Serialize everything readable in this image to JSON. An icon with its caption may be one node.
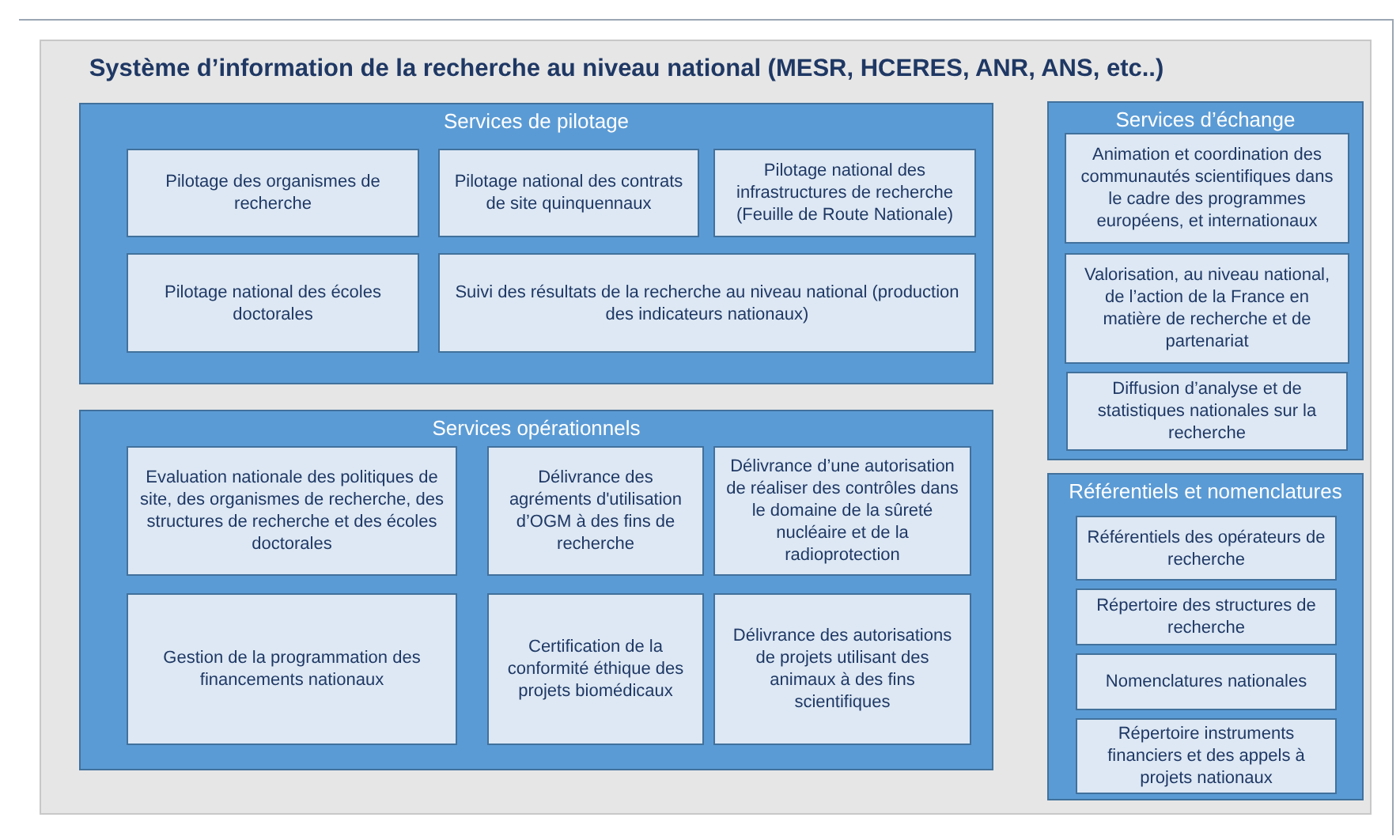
{
  "diagram": {
    "nodes": [
      {
        "text": [
          "Système d’information de la recherche au niveau national (MESR, HCERES, ANR, ANS, etc..)"
        ]
      },
      {
        "text": [
          "Services de pilotage"
        ],
        "in": 0
      },
      {
        "text": [
          "Pilotage des organismes de recherche"
        ],
        "in": 1
      },
      {
        "text": [
          "Pilotage national des contrats de site quinquennaux"
        ],
        "in": 1
      },
      {
        "text": [
          "Pilotage national des infrastructures de recherche (Feuille de Route Nationale)"
        ],
        "in": 1
      },
      {
        "text": [
          "Pilotage national des écoles doctorales"
        ],
        "in": 1
      },
      {
        "text": [
          "Suivi des résultats de la recherche au niveau national (production des indicateurs nationaux)"
        ],
        "in": 1
      },
      {
        "text": [
          "Services opérationnels"
        ],
        "in": 0
      },
      {
        "text": [
          "Evaluation nationale des politiques de site, des organismes de recherche, des structures de recherche et des écoles doctorales"
        ],
        "in": 7
      },
      {
        "text": [
          "Délivrance des agréments d'utilisation d’OGM à des fins de recherche"
        ],
        "in": 7
      },
      {
        "text": [
          "Délivrance d’une autorisation de réaliser des contrôles dans le domaine de la sûreté nucléaire et de la radioprotection"
        ],
        "in": 7
      },
      {
        "text": [
          "Gestion de la programmation des financements nationaux"
        ],
        "in": 7
      },
      {
        "text": [
          "Certification de la conformité éthique des projets biomédicaux"
        ],
        "in": 7
      },
      {
        "text": [
          "Délivrance des autorisations de projets utilisant des animaux à des fins scientifiques"
        ],
        "in": 7
      },
      {
        "text": [
          "Services d’échange"
        ],
        "in": 0
      },
      {
        "text": [
          "Animation et coordination des communautés scientifiques dans le cadre des programmes européens, et internationaux"
        ],
        "in": 14
      },
      {
        "text": [
          "Valorisation, au niveau national, de l’action de la France en matière de recherche et de partenariat"
        ],
        "in": 14
      },
      {
        "text": [
          "Diffusion d’analyse et de statistiques nationales sur  la recherche"
        ],
        "in": 14
      },
      {
        "text": [
          "Référentiels et nomenclatures"
        ],
        "in": 0
      },
      {
        "text": [
          "Référentiels des opérateurs de recherche"
        ],
        "in": 18
      },
      {
        "text": [
          "Répertoire des structures de recherche"
        ],
        "in": 18
      },
      {
        "text": [
          "Nomenclatures nationales"
        ],
        "in": 18
      },
      {
        "text": [
          "Répertoire instruments financiers et des appels à projets nationaux"
        ],
        "in": 18
      }
    ],
    "edges": []
  }
}
